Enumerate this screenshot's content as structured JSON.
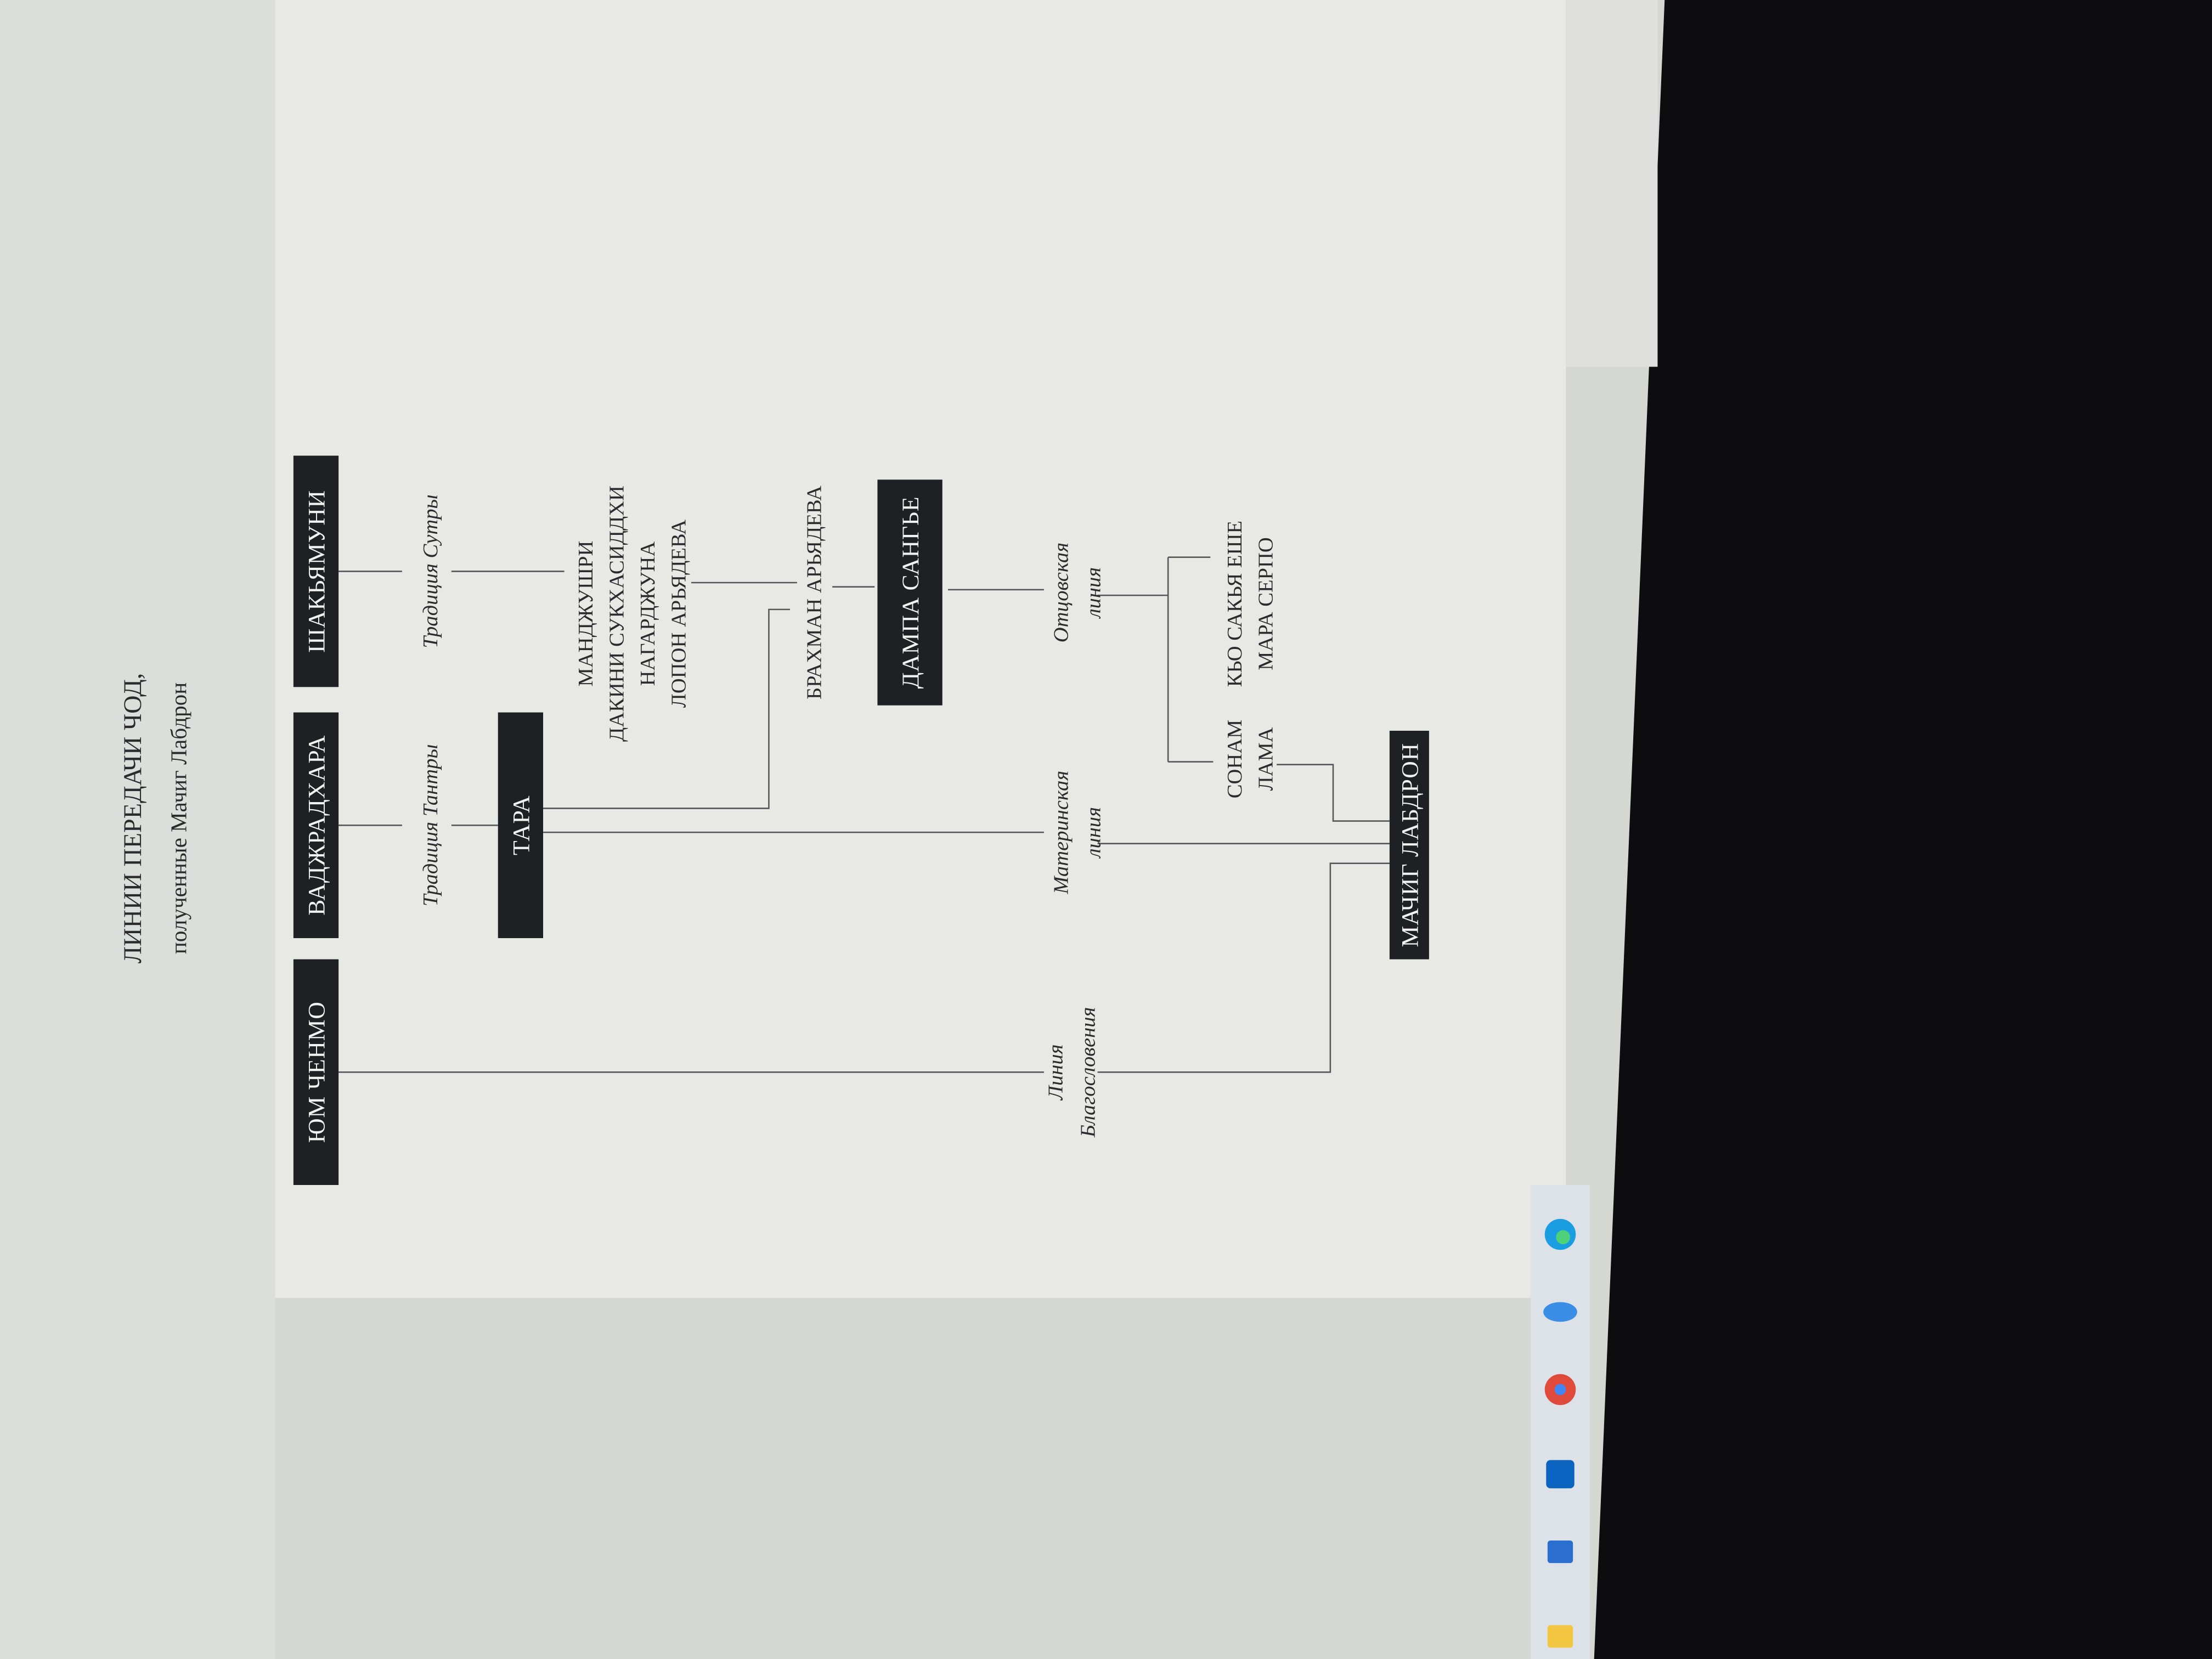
{
  "diagram": {
    "title": "ЛИНИИ ПЕРЕДАЧИ ЧОД,",
    "subtitle": "полученные Мачиг Лабдрон",
    "nodes": {
      "yum_chenmo": "ЮМ ЧЕНМО",
      "vajradhara": "ВАДЖРАДХАРА",
      "shakyamuni": "ШАКЬЯМУНИ",
      "tara": "ТАРА",
      "dampa": "ДАМПА САНГЬЕ",
      "machig": "МАЧИГ ЛАБДРОН"
    },
    "names": {
      "sutra_line": [
        "МАНДЖУШРИ",
        "ДАКИНИ СУКХАСИДДХИ",
        "НАГАРДЖУНА",
        "ЛОПОН АРЬЯДЕВА"
      ],
      "brahman": "БРАХМАН АРЬЯДЕВА",
      "kyo": [
        "КЬО САКЬЯ ЕШЕ",
        "МАРА СЕРПО"
      ],
      "sonam": [
        "СОНАМ",
        "ЛАМА"
      ]
    },
    "labels": {
      "tantra": "Традиция Тантры",
      "sutra": "Традиция Сутры",
      "father": [
        "Отцовская",
        "линия"
      ],
      "mother": [
        "Материнская",
        "линия"
      ],
      "blessing": [
        "Линия",
        "Благословения"
      ]
    }
  },
  "taskbar": {
    "icons": [
      "file-explorer-icon",
      "store-icon",
      "outlook-icon",
      "chrome-icon",
      "onedrive-icon",
      "edge-icon"
    ]
  },
  "colors": {
    "box": "#1f2024",
    "page": "#e8e9e4",
    "bezel": "#0d0d10"
  }
}
